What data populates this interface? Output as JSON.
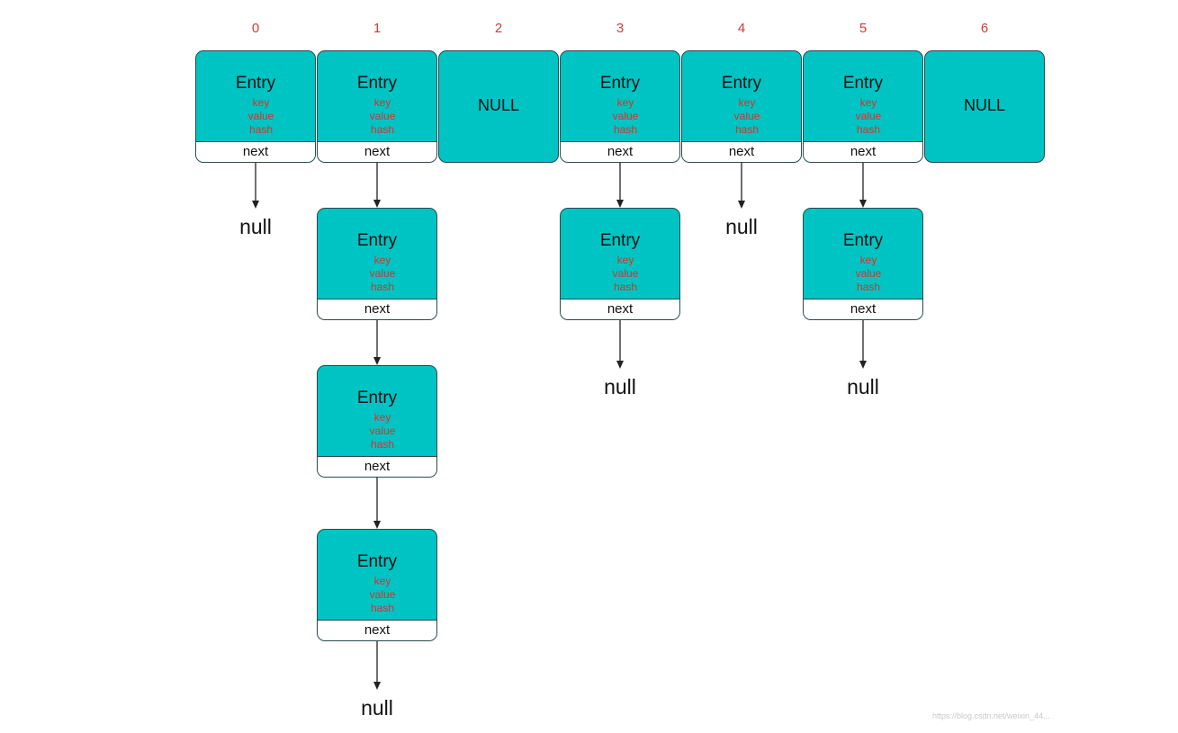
{
  "diagram": {
    "bucket_labels": [
      "0",
      "1",
      "2",
      "3",
      "4",
      "5",
      "6"
    ],
    "entry_title": "Entry",
    "field_key": "key",
    "field_value": "value",
    "field_hash": "hash",
    "next_label": "next",
    "null_bucket_label": "NULL",
    "null_terminator": "null",
    "buckets": [
      {
        "index": "0",
        "chain_length": 1
      },
      {
        "index": "1",
        "chain_length": 4
      },
      {
        "index": "2",
        "chain_length": 0
      },
      {
        "index": "3",
        "chain_length": 2
      },
      {
        "index": "4",
        "chain_length": 1
      },
      {
        "index": "5",
        "chain_length": 2
      },
      {
        "index": "6",
        "chain_length": 0
      }
    ],
    "colors": {
      "box_fill": "#00c4c4",
      "border": "#2a4a4a",
      "index_text": "#d23b3b",
      "field_text": "#d2352f"
    },
    "watermark": "https://blog.csdn.net/weixin_44..."
  }
}
